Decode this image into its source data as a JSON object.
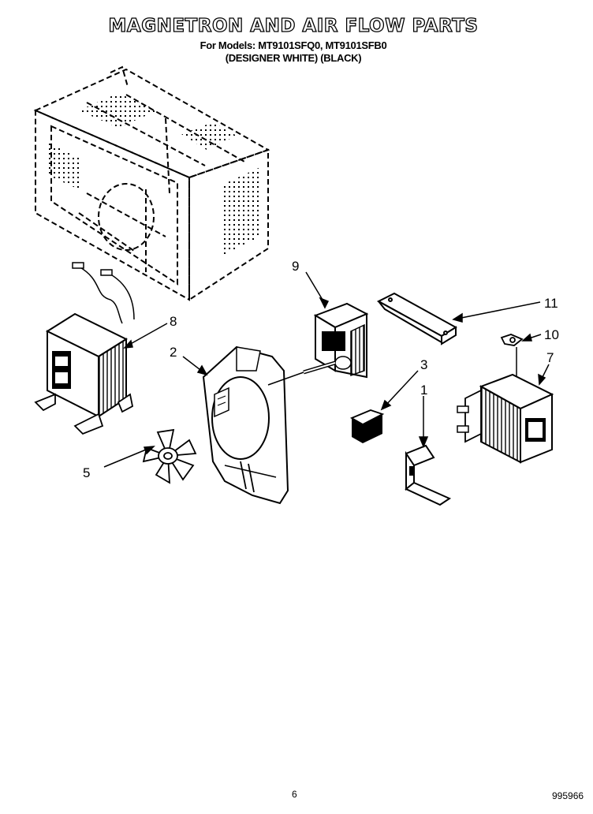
{
  "header": {
    "title": "MAGNETRON AND AIR FLOW PARTS",
    "models_line": "For Models: MT9101SFQ0, MT9101SFB0",
    "variants_line": "(DESIGNER WHITE)  (BLACK)"
  },
  "callouts": [
    "9",
    "8",
    "2",
    "11",
    "10",
    "3",
    "7",
    "1",
    "5"
  ],
  "footer": {
    "page_number": "6",
    "doc_number": "995966"
  }
}
